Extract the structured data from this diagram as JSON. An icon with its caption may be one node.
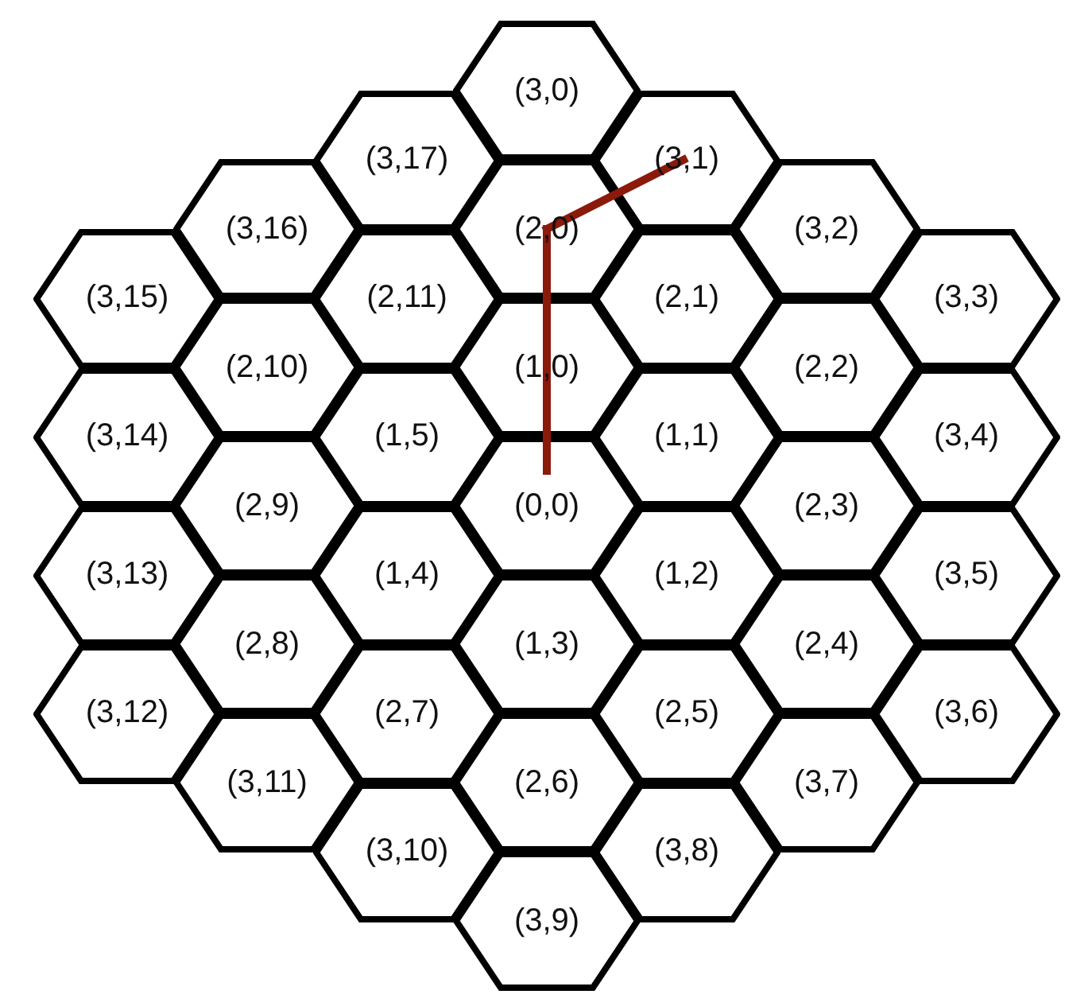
{
  "diagram": {
    "nodes": [
      {
        "text": [
          "(0,0)"
        ]
      },
      {
        "text": [
          "(1,0)"
        ]
      },
      {
        "text": [
          "(1,1)"
        ]
      },
      {
        "text": [
          "(1,2)"
        ]
      },
      {
        "text": [
          "(1,3)"
        ]
      },
      {
        "text": [
          "(1,4)"
        ]
      },
      {
        "text": [
          "(1,5)"
        ]
      },
      {
        "text": [
          "(2,0)"
        ]
      },
      {
        "text": [
          "(2,1)"
        ]
      },
      {
        "text": [
          "(2,2)"
        ]
      },
      {
        "text": [
          "(2,3)"
        ]
      },
      {
        "text": [
          "(2,4)"
        ]
      },
      {
        "text": [
          "(2,5)"
        ]
      },
      {
        "text": [
          "(2,6)"
        ]
      },
      {
        "text": [
          "(2,7)"
        ]
      },
      {
        "text": [
          "(2,8)"
        ]
      },
      {
        "text": [
          "(2,9)"
        ]
      },
      {
        "text": [
          "(2,10)"
        ]
      },
      {
        "text": [
          "(2,11)"
        ]
      },
      {
        "text": [
          "(3,0)"
        ]
      },
      {
        "text": [
          "(3,1)"
        ]
      },
      {
        "text": [
          "(3,2)"
        ]
      },
      {
        "text": [
          "(3,3)"
        ]
      },
      {
        "text": [
          "(3,4)"
        ]
      },
      {
        "text": [
          "(3,5)"
        ]
      },
      {
        "text": [
          "(3,6)"
        ]
      },
      {
        "text": [
          "(3,7)"
        ]
      },
      {
        "text": [
          "(3,8)"
        ]
      },
      {
        "text": [
          "(3,9)"
        ]
      },
      {
        "text": [
          "(3,10)"
        ]
      },
      {
        "text": [
          "(3,11)"
        ]
      },
      {
        "text": [
          "(3,12)"
        ]
      },
      {
        "text": [
          "(3,13)"
        ]
      },
      {
        "text": [
          "(3,14)"
        ]
      },
      {
        "text": [
          "(3,15)"
        ]
      },
      {
        "text": [
          "(3,16)"
        ]
      },
      {
        "text": [
          "(3,17)"
        ]
      }
    ],
    "edges": [
      {
        "from": 0,
        "to": 1,
        "arrow": "none",
        "color": "#8b1a0a"
      },
      {
        "from": 1,
        "to": 7,
        "arrow": "none",
        "color": "#8b1a0a"
      },
      {
        "from": 7,
        "to": 20,
        "arrow": "none",
        "color": "#8b1a0a"
      }
    ]
  }
}
